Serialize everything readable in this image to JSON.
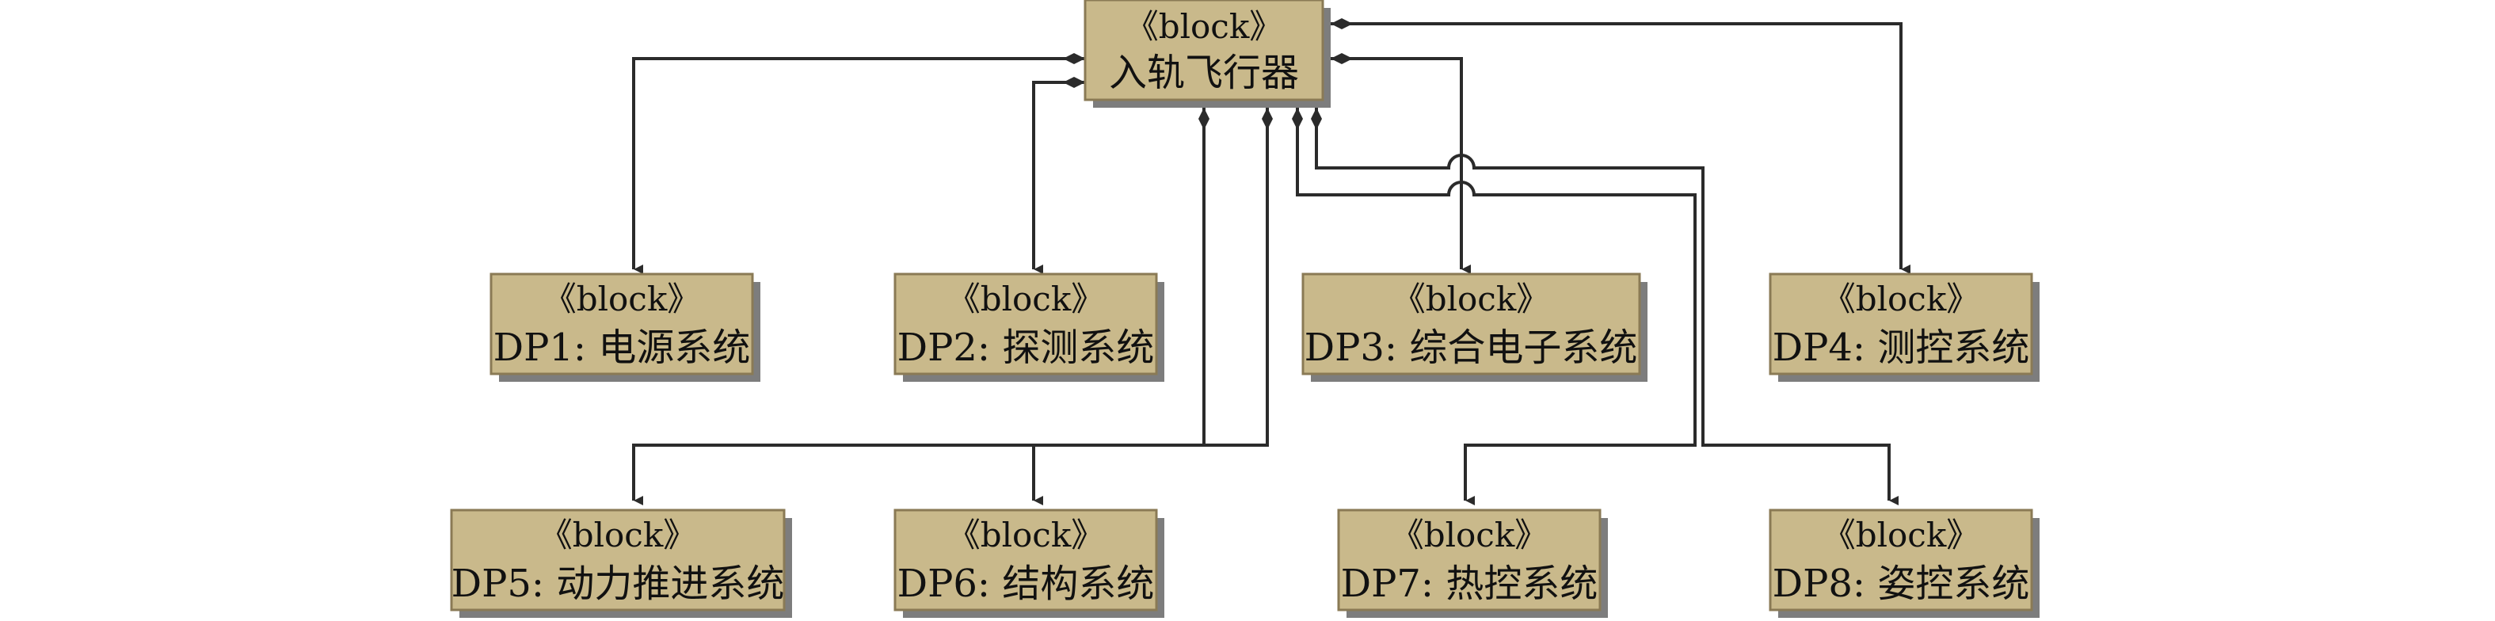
{
  "diagram": {
    "colors": {
      "block_fill": "#c9b98b",
      "block_stroke": "#8a7a55",
      "shadow": "#7d7d7d",
      "connector": "#2b2b2b"
    },
    "root": {
      "stereotype": "《block》",
      "name": "入轨飞行器"
    },
    "blocks": [
      {
        "stereotype": "《block》",
        "name": "DP1: 电源系统"
      },
      {
        "stereotype": "《block》",
        "name": "DP2: 探测系统"
      },
      {
        "stereotype": "《block》",
        "name": "DP3: 综合电子系统"
      },
      {
        "stereotype": "《block》",
        "name": "DP4: 测控系统"
      },
      {
        "stereotype": "《block》",
        "name": "DP5: 动力推进系统"
      },
      {
        "stereotype": "《block》",
        "name": "DP6: 结构系统"
      },
      {
        "stereotype": "《block》",
        "name": "DP7: 热控系统"
      },
      {
        "stereotype": "《block》",
        "name": "DP8: 姿控系统"
      }
    ],
    "relationship": "composition"
  }
}
